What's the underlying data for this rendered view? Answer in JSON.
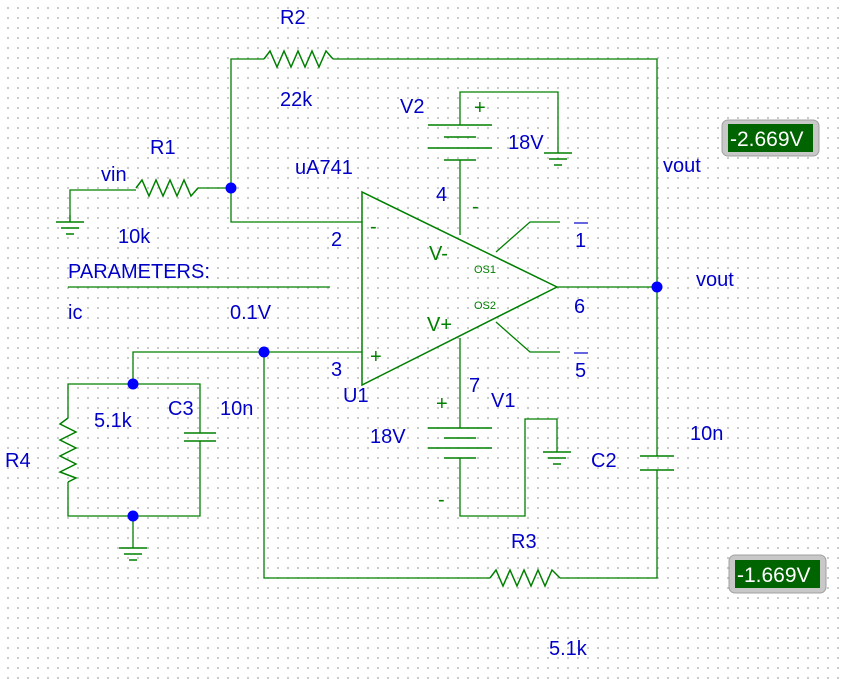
{
  "opamp": {
    "model": "uA741",
    "refdes": "U1",
    "pin_vminus": "V-",
    "pin_vplus": "V+",
    "pin_os1": "OS1",
    "pin_os2": "OS2",
    "minus_sign": "-",
    "plus_sign": "+"
  },
  "pins": {
    "p1": "1",
    "p2": "2",
    "p3": "3",
    "p4": "4",
    "p5": "5",
    "p6": "6",
    "p7": "7"
  },
  "resistors": {
    "r1": {
      "name": "R1",
      "value": "10k"
    },
    "r2": {
      "name": "R2",
      "value": "22k"
    },
    "r3": {
      "name": "R3",
      "value": "5.1k"
    },
    "r4": {
      "name": "R4",
      "value": "5.1k"
    }
  },
  "capacitors": {
    "c2": {
      "name": "C2",
      "value": "10n"
    },
    "c3": {
      "name": "C3",
      "value": "10n"
    }
  },
  "sources": {
    "v1": {
      "name": "V1",
      "value": "18V",
      "plus": "+",
      "minus": "-"
    },
    "v2": {
      "name": "V2",
      "value": "18V",
      "plus": "+",
      "minus": "-"
    }
  },
  "nets": {
    "vin": "vin",
    "vout_top": "vout",
    "vout_node": "vout"
  },
  "parameters": {
    "header": "PARAMETERS:",
    "name": "ic",
    "value": "0.1V"
  },
  "probes": {
    "vout_voltage": "-2.669V",
    "node_voltage": "-1.669V"
  }
}
